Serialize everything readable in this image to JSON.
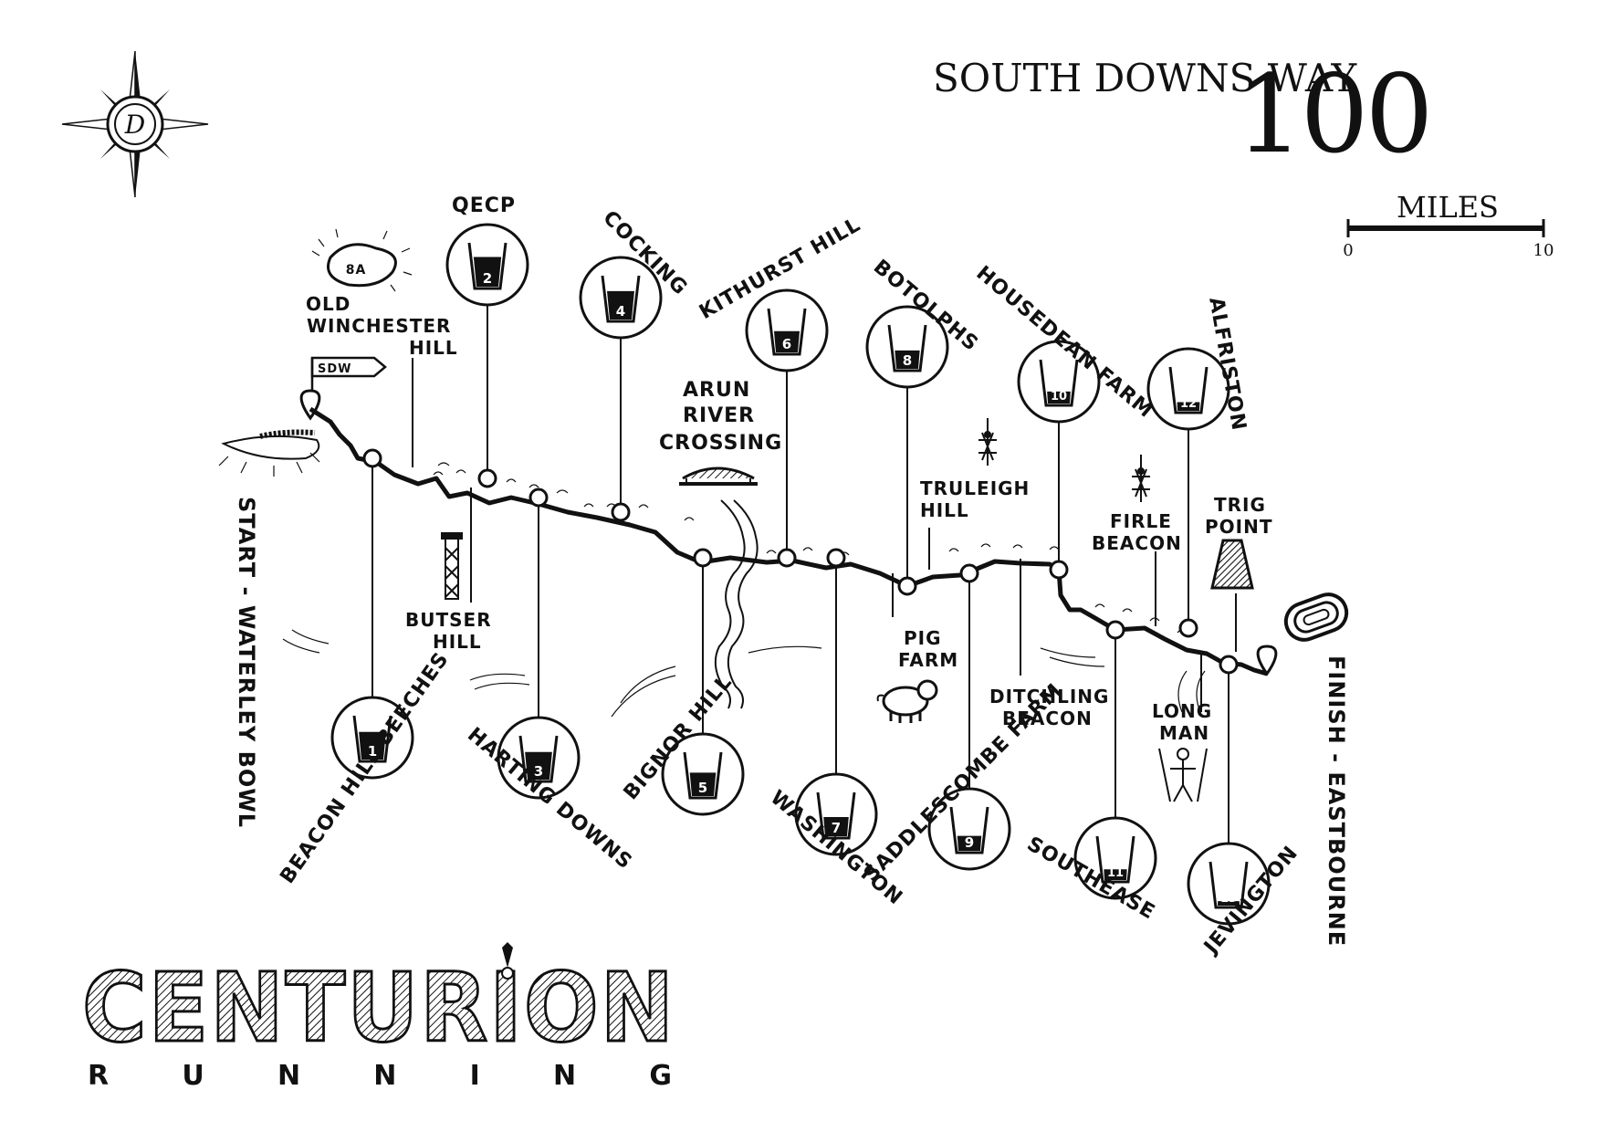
{
  "header": {
    "title": "SOUTH DOWNS WAY",
    "distance": "100",
    "scale_unit": "MILES",
    "scale_min": "0",
    "scale_max": "10"
  },
  "trail_label": "SDW",
  "aid_stations": [
    {
      "num": "1",
      "label": "BEACON HILL BEECHES",
      "fill": 0.7
    },
    {
      "num": "2",
      "label": "QECP",
      "fill": 0.75
    },
    {
      "num": "3",
      "label": "HARTING DOWNS",
      "fill": 0.7
    },
    {
      "num": "4",
      "label": "COCKING",
      "fill": 0.72
    },
    {
      "num": "5",
      "label": "BIGNOR HILL",
      "fill": 0.6
    },
    {
      "num": "6",
      "label": "KITHURST HILL",
      "fill": 0.55
    },
    {
      "num": "7",
      "label": "WASHINGTON",
      "fill": 0.5
    },
    {
      "num": "8",
      "label": "BOTOLPHS",
      "fill": 0.48
    },
    {
      "num": "9",
      "label": "SADDLESCOMBE FARM",
      "fill": 0.4
    },
    {
      "num": "10",
      "label": "HOUSEDEAN FARM",
      "fill": 0.33
    },
    {
      "num": "11",
      "label": "SOUTHEASE",
      "fill": 0.3
    },
    {
      "num": "12",
      "label": "ALFRISTON",
      "fill": 0.25
    },
    {
      "num": "13",
      "label": "JEVINGTON",
      "fill": 0.15
    }
  ],
  "landmarks": {
    "start": "START - WATERLEY BOWL",
    "old_winchester_1": "OLD",
    "old_winchester_2": "WINCHESTER",
    "old_winchester_3": "HILL",
    "butser_1": "BUTSER",
    "butser_2": "HILL",
    "arun_1": "ARUN",
    "arun_2": "RIVER",
    "arun_3": "CROSSING",
    "pig_1": "PIG",
    "pig_2": "FARM",
    "truleigh_1": "TRULEIGH",
    "truleigh_2": "HILL",
    "ditchling_1": "DITCHLING",
    "ditchling_2": "BEACON",
    "firle_1": "FIRLE",
    "firle_2": "BEACON",
    "long_man_1": "LONG",
    "long_man_2": "MAN",
    "trig_1": "TRIG",
    "trig_2": "POINT",
    "finish": "FINISH - EASTBOURNE"
  },
  "brand": {
    "name": "CENTURION",
    "sub": "R U N N I N G"
  }
}
